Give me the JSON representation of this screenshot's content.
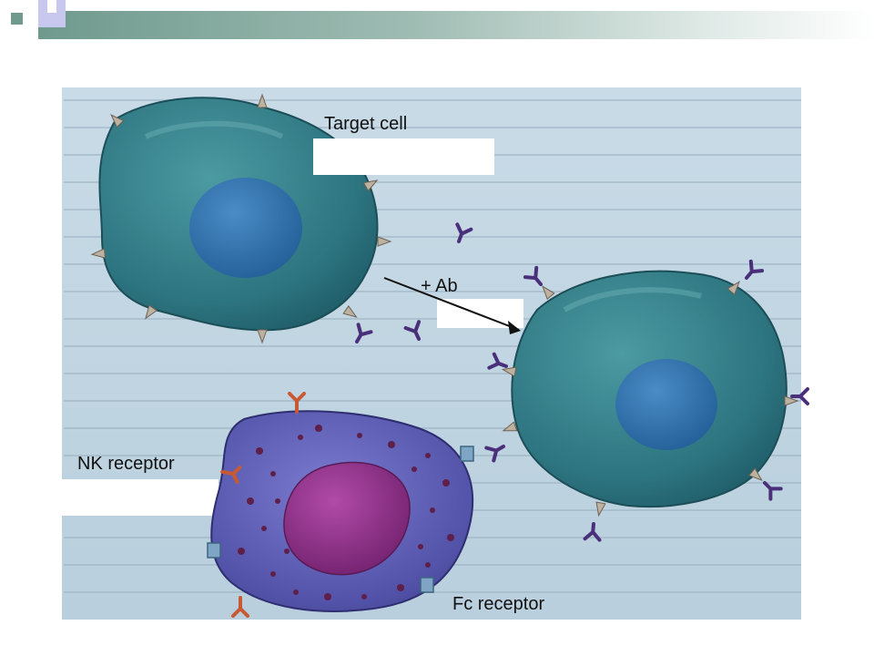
{
  "labels": {
    "target_cell": "Target cell",
    "plus_ab": "+ Ab",
    "nk_receptor": "NK receptor",
    "fc_receptor": "Fc receptor"
  },
  "colors": {
    "header_accent": "#6f9a8d",
    "target_cell": "#2f7a84",
    "nucleus": "#2b6ea8",
    "nk_cell": "#5a59b0",
    "nk_nucleus": "#8a2b86",
    "antibody": "#4a2f7a",
    "nk_receptor": "#c75a32",
    "fc_receptor": "#5f8fb0"
  },
  "icons": [
    "antibody-icon",
    "antigen-spike-icon",
    "nk-receptor-icon",
    "fc-receptor-icon"
  ]
}
